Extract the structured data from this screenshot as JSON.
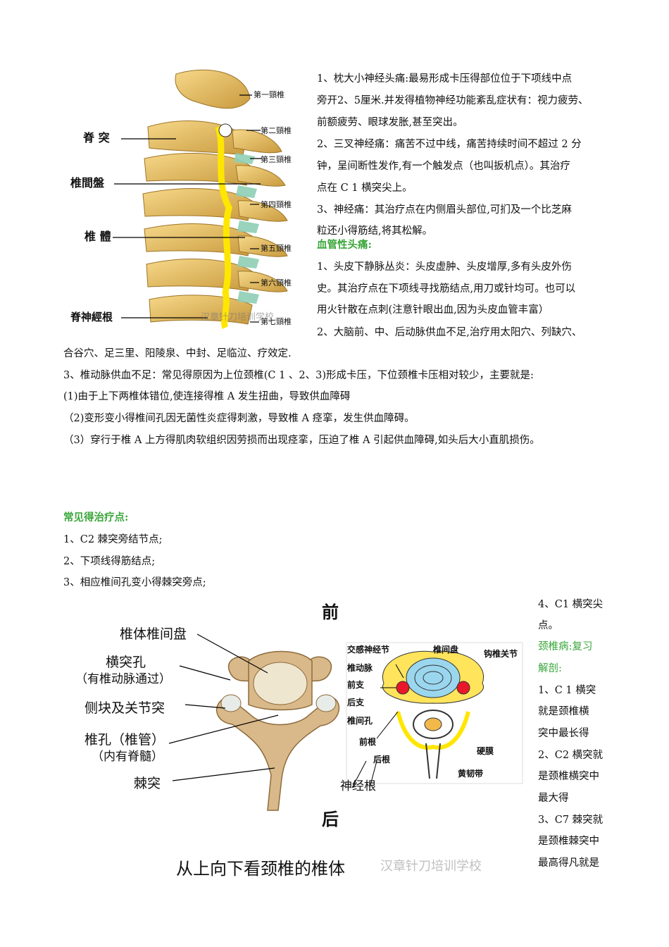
{
  "top_text": [
    "1、枕大小神经头痛:最易形成卡压得部位位于下项线中点",
    "旁开2、5厘米.并发得植物神经功能紊乱症状有：视力疲劳、",
    "前额疲劳、眼球发胀,甚至突出。",
    "2、三叉神经痛：痛苦不过中线，痛苦持续时间不超过 2 分",
    "钟，呈间断性发作,有一个触发点（也叫扳机点）。其治疗",
    "点在 C 1 横突尖上。",
    "3、神经痛：其治疗点在内侧眉头部位,可扪及一个比芝麻",
    "粒还小得筋结,将其松解。"
  ],
  "vascular_heading": "血管性头痛:",
  "vascular_text": [
    " 1、头皮下静脉丛炎：头皮虚肿、头皮增厚,多有头皮外伤",
    "史。其治疗点在下项线寻找筋结点,用刀或针均可。也可以",
    "用火针散在点刺(注意针眼出血,因为头皮血管丰富）",
    "2、大脑前、中、后动脉供血不足,治疗用太阳穴、列缺穴、"
  ],
  "full_text": [
    "合谷穴、足三里、阳陵泉、中封、足临泣、疗效定.",
    "3、椎动脉供血不足：常见得原因为上位颈椎(C 1 、2、3)形成卡压，下位颈椎卡压相对较少，主要就是:",
    "(1)由于上下两椎体错位,使连接得椎 A 发生扭曲，导致供血障碍",
    "（2)变形变小得椎间孔因无菌性炎症得刺激，导致椎 A 痉挛，发生供血障碍。",
    "（3）穿行于椎 A 上方得肌肉软组织因劳损而出现痉挛，压迫了椎 A 引起供血障碍,如头后大小直肌损伤。"
  ],
  "treatment_heading": "常见得治疗点:",
  "treatment_items": [
    "1、C2 棘突旁结节点;",
    "2、下项线得筋结点;",
    "3、相应椎间孔变小得棘突旁点;"
  ],
  "right_column": [
    "4、C1 横突尖",
    "点。",
    "颈椎病:复习",
    "解剖:",
    "1、C 1 横突",
    "就是颈椎横",
    "突中最长得",
    "2、C2 横突就",
    "是颈椎横突中",
    "最大得",
    "3、C7 棘突就",
    "是颈椎棘突中",
    "最高得凡就是"
  ],
  "fig1": {
    "left_labels": [
      "脊 突",
      "椎間盤",
      "椎 體",
      "脊神經根"
    ],
    "vertebra_labels": [
      "第一頸椎",
      "第二頸椎",
      "第三頸椎",
      "第四頸椎",
      "第五頸椎",
      "第六頸椎",
      "第七頸椎"
    ],
    "watermark": "汉章针刀培训学校"
  },
  "fig2": {
    "front": "前",
    "back": "后",
    "left_labels": [
      "椎体椎间盘",
      "横突孔",
      "（有椎动脉通过）",
      "侧块及关节突",
      "椎孔（椎管）",
      "（内有脊髓）",
      "棘突"
    ],
    "right_labels": [
      "交感神经节",
      "椎间盘",
      "钩椎关节",
      "椎动脉",
      "前支",
      "后支",
      "椎间孔",
      "前根",
      "后根",
      "硬膜",
      "黄韧带",
      "神经根"
    ],
    "caption": "从上向下看颈椎的椎体",
    "watermark": "汉章针刀培训学校"
  }
}
